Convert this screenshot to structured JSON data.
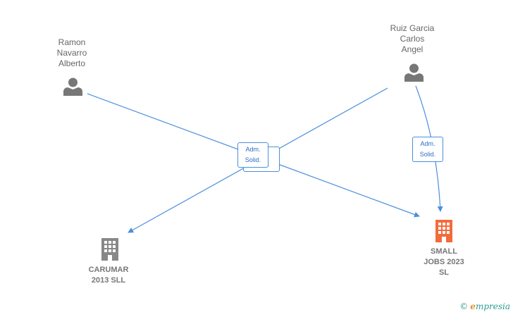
{
  "people": [
    {
      "id": "ramon",
      "name_lines": [
        "Ramon",
        "Navarro",
        "Alberto"
      ]
    },
    {
      "id": "ruiz",
      "name_lines": [
        "Ruiz Garcia",
        "Carlos",
        "Angel"
      ]
    }
  ],
  "companies": [
    {
      "id": "carumar",
      "name_lines": [
        "CARUMAR",
        "2013 SLL"
      ],
      "color": "#888888"
    },
    {
      "id": "small",
      "name_lines": [
        "SMALL",
        "JOBS 2023",
        "SL"
      ],
      "color": "#f26b3a"
    }
  ],
  "edge_labels": [
    {
      "line1": "Adm.",
      "line2": "Solid."
    },
    {
      "line1": "Adm.",
      "line2": "Solid."
    },
    {
      "line1": "Adm.",
      "line2": "Solid."
    }
  ],
  "colors": {
    "edge": "#4a8fdc",
    "person_icon": "#777777"
  },
  "footer": {
    "copyright": "©",
    "brand_e": "e",
    "brand_rest": "mpresia"
  }
}
